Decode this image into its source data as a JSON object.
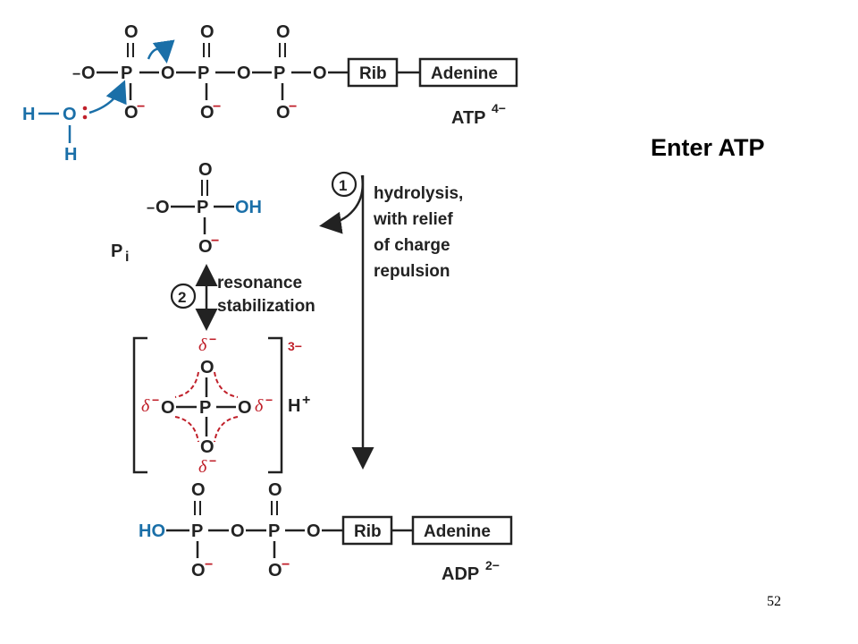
{
  "slide": {
    "title": "Enter ATP",
    "page_number": "52"
  },
  "colors": {
    "text": "#222222",
    "water_blue": "#1a6fa8",
    "charge_red": "#c0202a"
  },
  "diagram": {
    "atom_O": "O",
    "atom_P": "P",
    "atom_H": "H",
    "minus": "−",
    "hydroxyl": "OH",
    "ho": "HO",
    "rib": "Rib",
    "adenine": "Adenine",
    "atp_label": "ATP",
    "atp_charge": "4−",
    "adp_label": "ADP",
    "adp_charge": "2−",
    "pi_label": "P",
    "pi_sub": "i",
    "step1_number": "1",
    "step1_lines": [
      "hydrolysis,",
      "with relief",
      "of charge",
      "repulsion"
    ],
    "step2_number": "2",
    "step2_lines": [
      "resonance",
      "stabilization"
    ],
    "delta": "δ",
    "bracket_charge": "3−",
    "proton": "H",
    "proton_charge": "+"
  }
}
